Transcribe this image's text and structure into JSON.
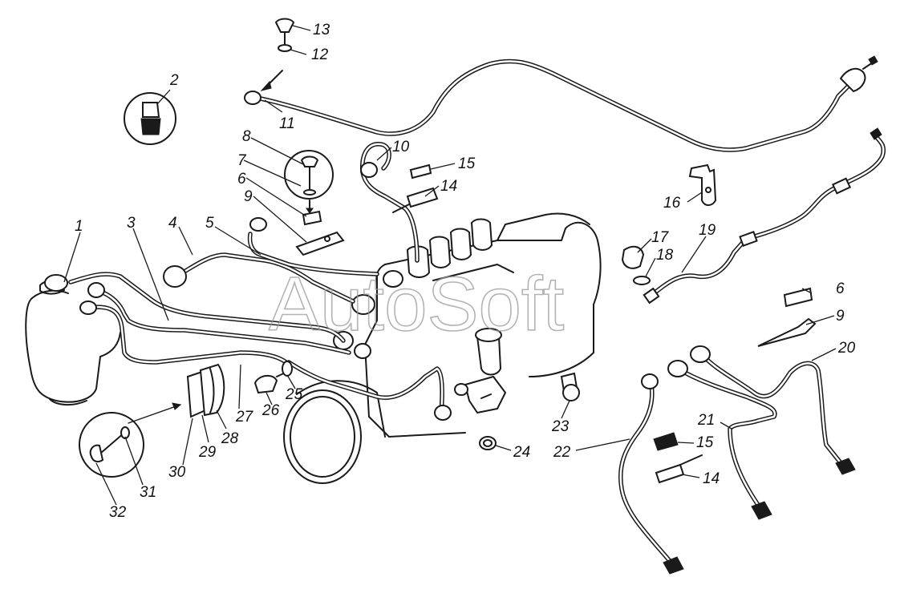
{
  "watermark": "AutoSoft",
  "callouts": {
    "c1": "1",
    "c2": "2",
    "c3": "3",
    "c4": "4",
    "c5": "5",
    "c6a": "6",
    "c6b": "6",
    "c7": "7",
    "c8": "8",
    "c9a": "9",
    "c9b": "9",
    "c10": "10",
    "c11": "11",
    "c12": "12",
    "c13": "13",
    "c14a": "14",
    "c14b": "14",
    "c15a": "15",
    "c15b": "15",
    "c16": "16",
    "c17": "17",
    "c18": "18",
    "c19": "19",
    "c20": "20",
    "c21": "21",
    "c22": "22",
    "c23": "23",
    "c24": "24",
    "c25": "25",
    "c26": "26",
    "c27": "27",
    "c28": "28",
    "c29": "29",
    "c30": "30",
    "c31": "31",
    "c32": "32"
  }
}
